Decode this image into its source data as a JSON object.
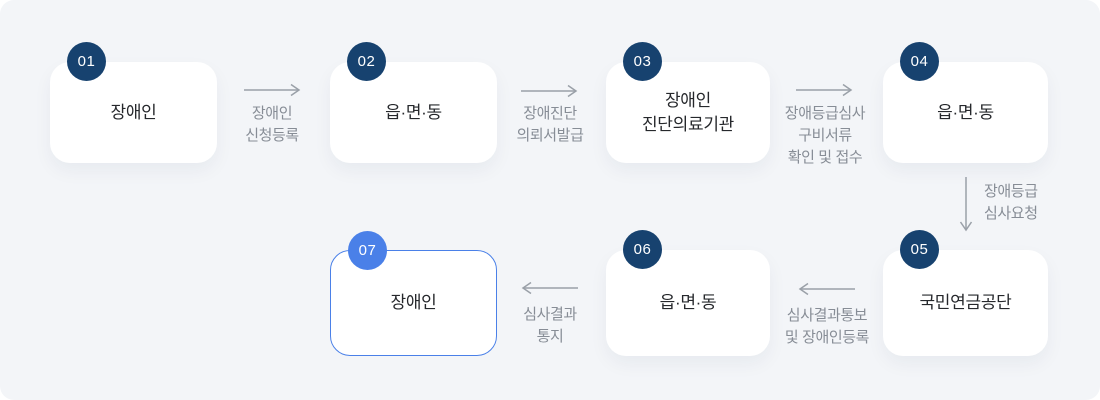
{
  "colors": {
    "canvas-bg": "#F3F5F8",
    "card-bg": "#FFFFFF",
    "badge-navy": "#17426F",
    "accent-blue": "#4A80E8",
    "arrow-gray": "#9AA0A8",
    "label-gray": "#878D96",
    "card-text": "#26282C"
  },
  "steps": [
    {
      "number": "01",
      "lines": [
        "장애인"
      ]
    },
    {
      "number": "02",
      "lines": [
        "읍·면·동"
      ]
    },
    {
      "number": "03",
      "lines": [
        "장애인",
        "진단의료기관"
      ]
    },
    {
      "number": "04",
      "lines": [
        "읍·면·동"
      ]
    },
    {
      "number": "05",
      "lines": [
        "국민연금공단"
      ]
    },
    {
      "number": "06",
      "lines": [
        "읍·면·동"
      ]
    },
    {
      "number": "07",
      "lines": [
        "장애인"
      ]
    }
  ],
  "connectors": [
    {
      "direction": "right",
      "lines": [
        "장애인",
        "신청등록"
      ]
    },
    {
      "direction": "right",
      "lines": [
        "장애진단",
        "의뢰서발급"
      ]
    },
    {
      "direction": "right",
      "lines": [
        "장애등급심사",
        "구비서류",
        "확인 및 접수"
      ]
    },
    {
      "direction": "down",
      "lines": [
        "장애등급",
        "심사요청"
      ]
    },
    {
      "direction": "left",
      "lines": [
        "심사결과통보",
        "및 장애인등록"
      ]
    },
    {
      "direction": "left",
      "lines": [
        "심사결과",
        "통지"
      ]
    }
  ]
}
